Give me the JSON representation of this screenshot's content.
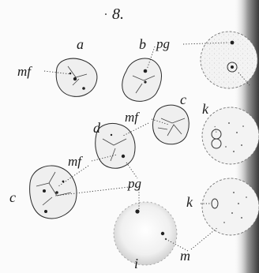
{
  "figure": {
    "number": "8."
  },
  "labels": {
    "a": "a",
    "b": "b",
    "c_upper": "c",
    "c_lower": "c",
    "d": "d",
    "i": "i",
    "k_upper": "k",
    "k_lower": "k",
    "m": "m",
    "mf_1": "mf",
    "mf_2": "mf",
    "mf_3": "mf",
    "pg_1": "pg",
    "pg_2": "pg"
  }
}
